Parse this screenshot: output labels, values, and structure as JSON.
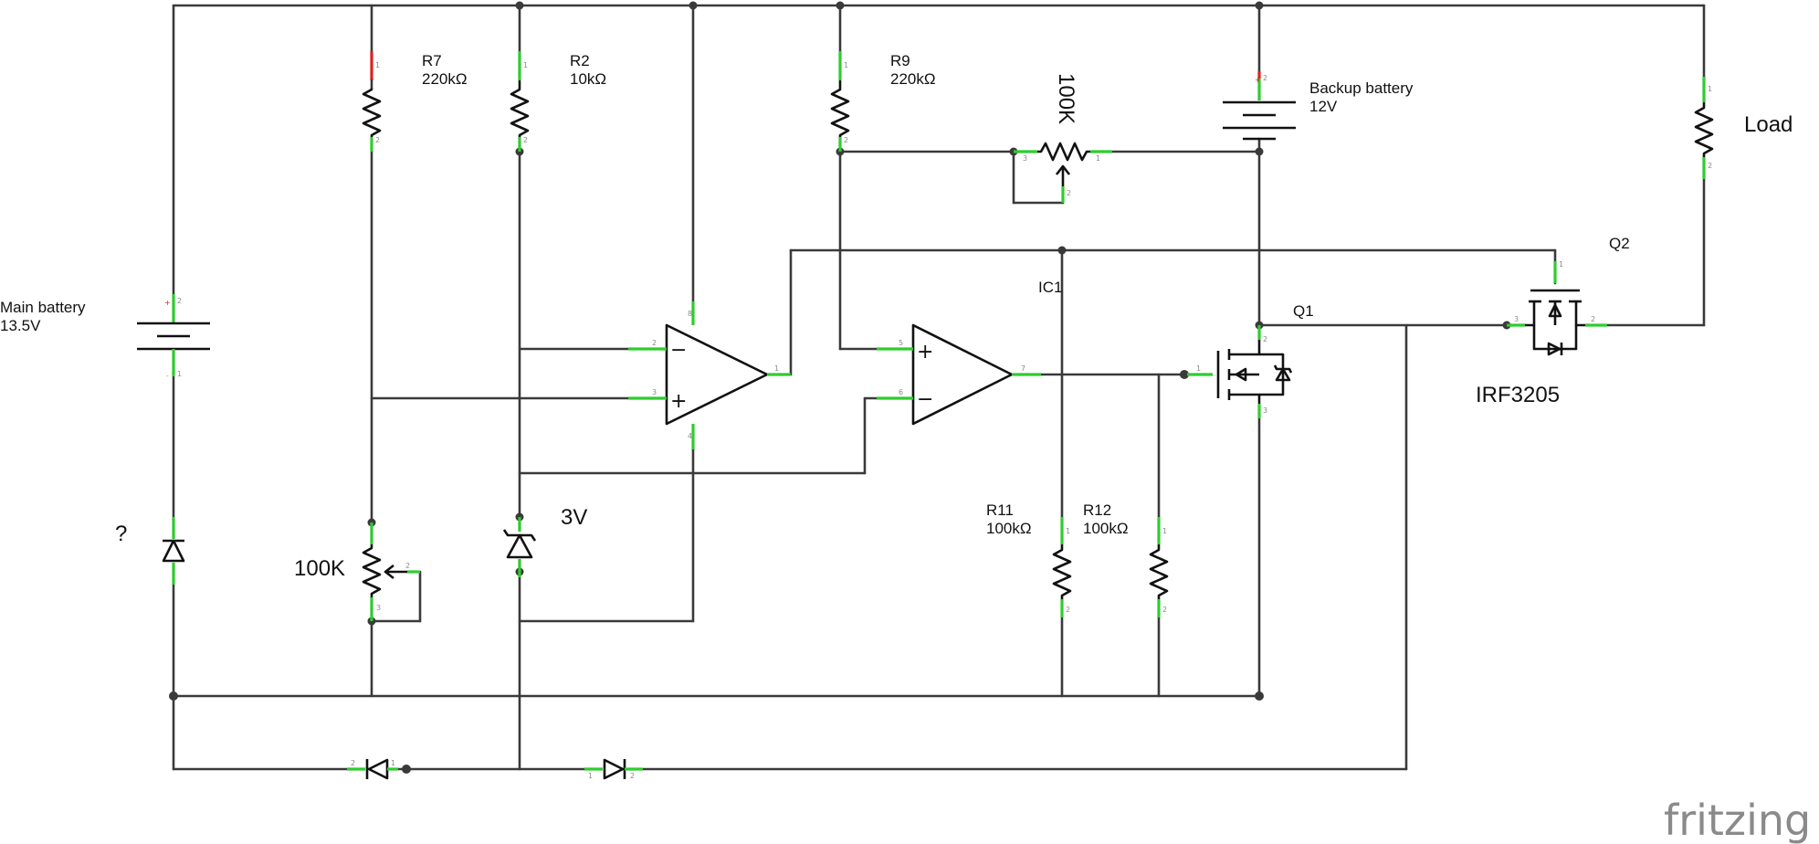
{
  "labels": {
    "r7_name": "R7",
    "r7_value": "220kΩ",
    "r2_name": "R2",
    "r2_value": "10kΩ",
    "r9_name": "R9",
    "r9_value": "220kΩ",
    "pot_top": "100K",
    "backup_name": "Backup battery",
    "backup_value": "12V",
    "load": "Load",
    "q2": "Q2",
    "ic1": "IC1",
    "q1": "Q1",
    "irf": "IRF3205",
    "main_name": "Main battery",
    "main_value": "13.5V",
    "question": "?",
    "pot_left": "100K",
    "zener": "3V",
    "r11_name": "R11",
    "r11_value": "100kΩ",
    "r12_name": "R12",
    "r12_value": "100kΩ"
  },
  "opamp": {
    "plus": "+",
    "minus": "−"
  },
  "pins": {
    "p1": "1",
    "p2": "2",
    "p3": "3",
    "p4": "4",
    "p5": "5",
    "p6": "6",
    "p7": "7",
    "p8": "8",
    "pos": "+",
    "neg": "-"
  },
  "brand": {
    "logo": "fritzing"
  },
  "colors": {
    "wire": "#3a3a3a",
    "pin": "#2ecc2e",
    "pin_positive": "#e02020",
    "logo": "#8a8a8a"
  }
}
